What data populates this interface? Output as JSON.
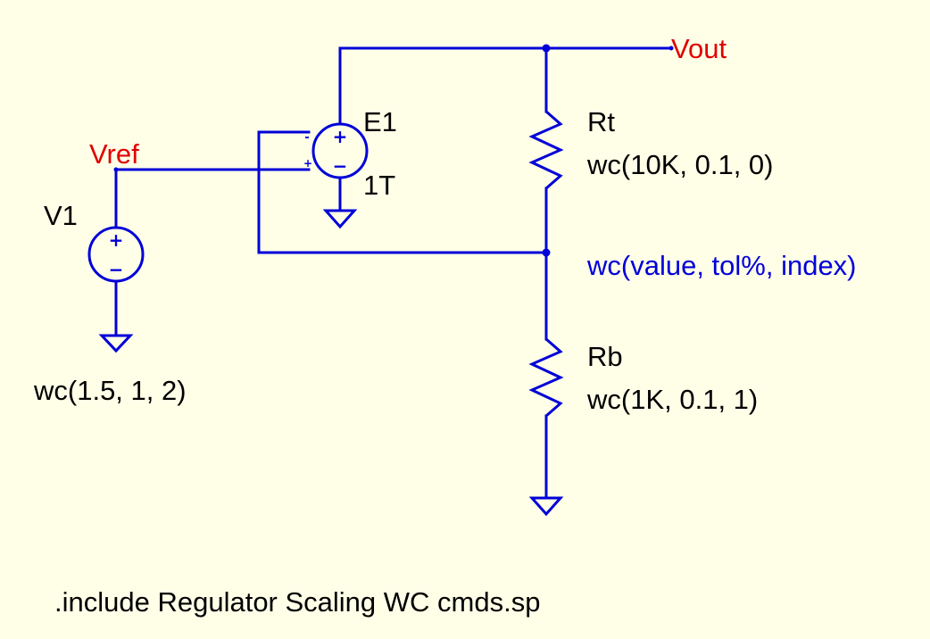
{
  "components": {
    "e1": {
      "name": "E1",
      "value": "1T",
      "plus_sign": "+",
      "minus_sign": "−",
      "ctrl_minus": "-",
      "ctrl_plus": "+"
    },
    "v1": {
      "name": "V1",
      "value": "wc(1.5, 1, 2)",
      "plus_sign": "+",
      "minus_sign": "−"
    },
    "rt": {
      "name": "Rt",
      "value": "wc(10K, 0.1, 0)"
    },
    "rb": {
      "name": "Rb",
      "value": "wc(1K, 0.1, 1)"
    }
  },
  "nets": {
    "vout": "Vout",
    "vref": "Vref"
  },
  "comment": "wc(value, tol%, index)",
  "directive": ".include Regulator Scaling WC cmds.sp",
  "colors": {
    "background": "#FFFFE8",
    "wire": "#0000D8",
    "net_label": "#E00000",
    "text": "#000000"
  }
}
